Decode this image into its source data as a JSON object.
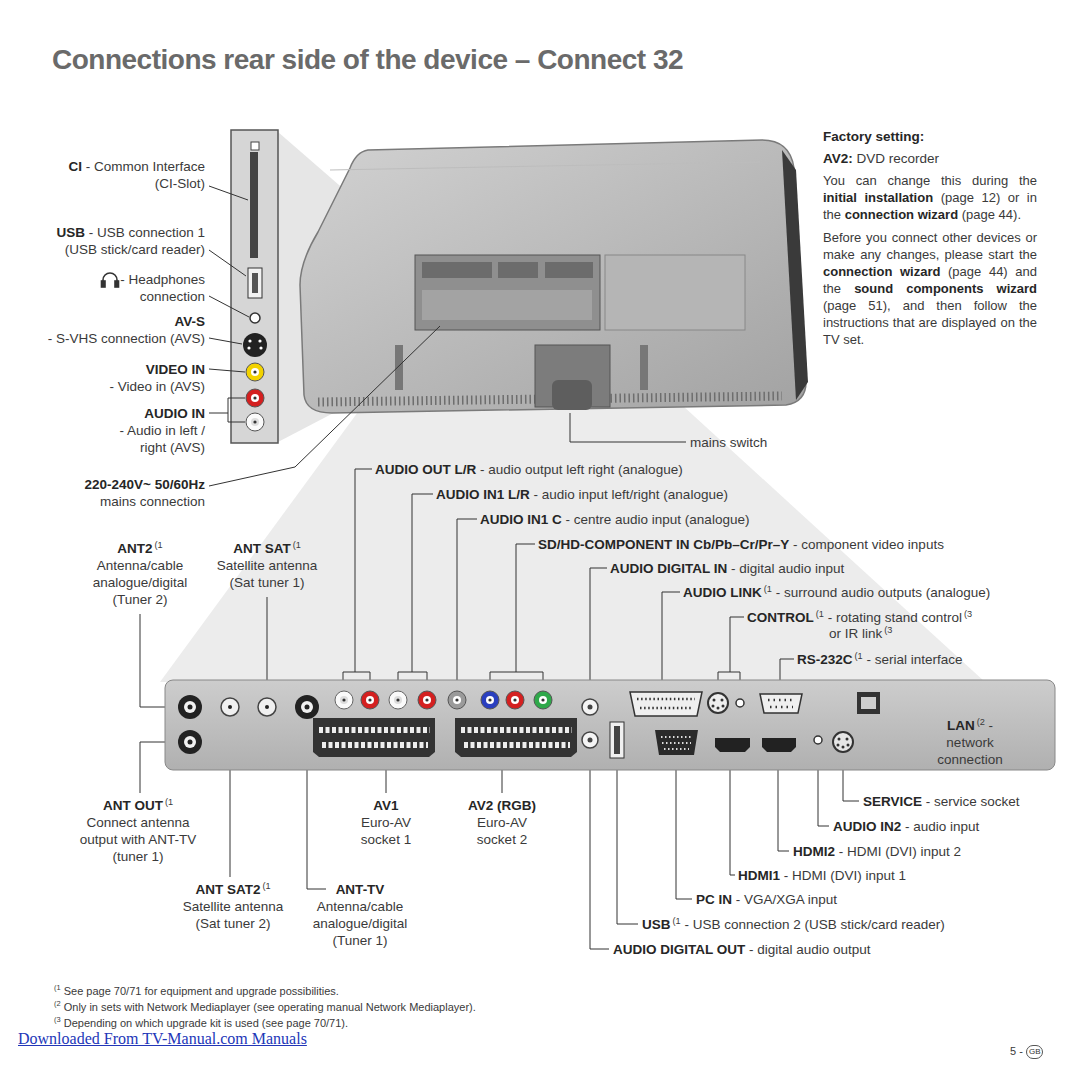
{
  "diagram": {
    "title": "Connections rear side of the device – Connect 32",
    "labels": [
      "CI",
      "- Common Interface (CI-Slot)",
      "USB",
      "- USB connection 1 (USB stick/card reader)",
      "- Headphones connection",
      "AV-S",
      "- S-VHS connection (AVS)",
      "VIDEO IN",
      "- Video in (AVS)",
      "AUDIO IN",
      "- Audio in left / right (AVS)",
      "220-240V~ 50/60Hz",
      "mains connection",
      "ANT2",
      "(1",
      "Antenna/cable analogue/digital (Tuner 2)",
      "ANT SAT",
      "(1",
      "Satellite antenna (Sat tuner 1)",
      "Factory setting:",
      "AV2:",
      "DVD recorder",
      "You can change this during the",
      "initial installation",
      "(page 12) or in the",
      "connection wizard",
      "(page 44).",
      "Before you connect other devices or make any changes, please start the",
      "connection wizard",
      "(page 44) and the",
      "sound components wizard",
      "(page 51), and then follow the instructions that are displayed on the TV set.",
      "mains switch",
      "AUDIO OUT L/R",
      "- audio output left right (analogue)",
      "AUDIO IN1 L/R",
      "- audio input left/right (analogue)",
      "AUDIO IN1 C",
      "- centre audio input (analogue)",
      "SD/HD-COMPONENT IN Cb/Pb–Cr/Pr–Y",
      "- component video inputs",
      "AUDIO DIGITAL IN",
      "- digital audio input",
      "AUDIO LINK",
      "(1",
      "- surround audio outputs (analogue)",
      "CONTROL",
      "(1",
      "- rotating stand control",
      "(3",
      "or IR link",
      "(3",
      "RS-232C",
      "(1",
      "- serial interface",
      "LAN",
      "(2",
      "-",
      "network connection",
      "ANT OUT",
      "(1",
      "Connect antenna output with ANT-TV (tuner 1)",
      "AV1",
      "Euro-AV socket 1",
      "AV2 (RGB)",
      "Euro-AV socket 2",
      "ANT SAT2",
      "(1",
      "Satellite antenna (Sat tuner 2)",
      "ANT-TV",
      "Antenna/cable analogue/digital (Tuner 1)",
      "SERVICE",
      "- service socket",
      "AUDIO IN2",
      "- audio input",
      "HDMI2",
      "- HDMI (DVI) input 2",
      "HDMI1",
      "- HDMI (DVI) input 1",
      "PC IN",
      "- VGA/XGA input",
      "USB",
      "(1",
      "- USB connection 2 (USB stick/card reader)",
      "AUDIO DIGITAL OUT",
      "- digital audio output",
      "(1",
      "See page 70/71 for equipment and upgrade possibilities.",
      "(2",
      "Only in sets with Network Mediaplayer (see operating manual Network Mediaplayer).",
      "(3",
      "Depending on which upgrade kit is used (see page 70/71).",
      "Downloaded From TV-Manual.com Manuals",
      "5 -",
      "GB"
    ]
  }
}
